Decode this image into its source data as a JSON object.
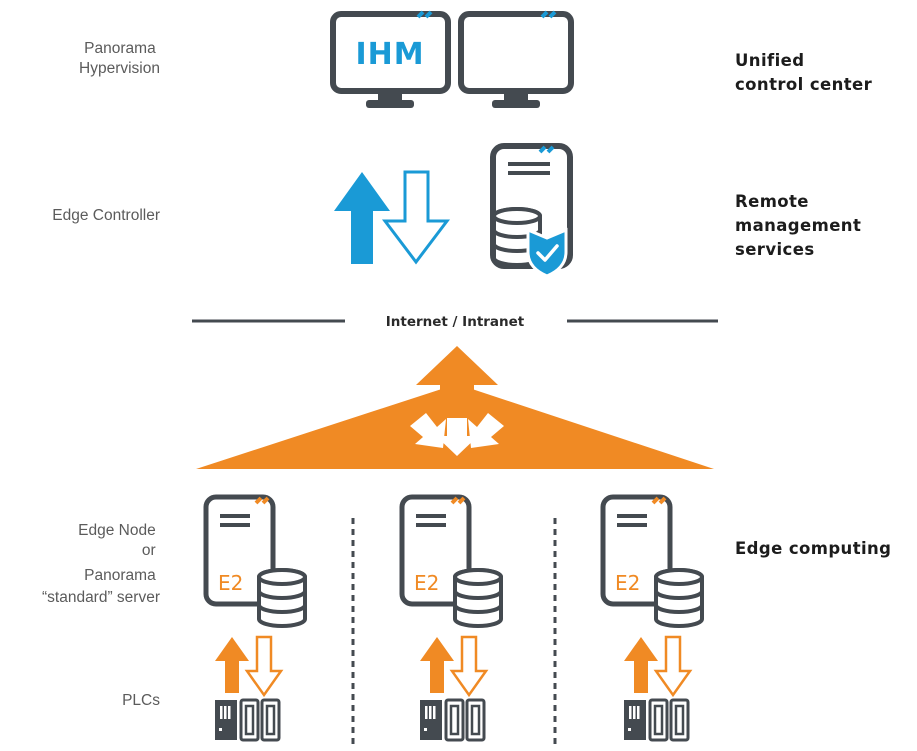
{
  "left_labels": {
    "hypervision": [
      "Panorama",
      "Hypervision"
    ],
    "edge_controller": "Edge Controller",
    "edge_node": [
      "Edge Node",
      "or",
      "Panorama",
      "“standard” server"
    ],
    "plcs": "PLCs"
  },
  "right_labels": {
    "unified": [
      "Unified",
      "control center"
    ],
    "remote": [
      "Remote",
      "management",
      "services"
    ],
    "edge_computing": "Edge computing"
  },
  "network_label": "Internet / Intranet",
  "screen_text": "IHM",
  "server_text": "E2",
  "colors": {
    "dark": "#444a50",
    "blue": "#1a9ad6",
    "orange": "#f08a24",
    "text_gray": "#5b5b5b"
  }
}
